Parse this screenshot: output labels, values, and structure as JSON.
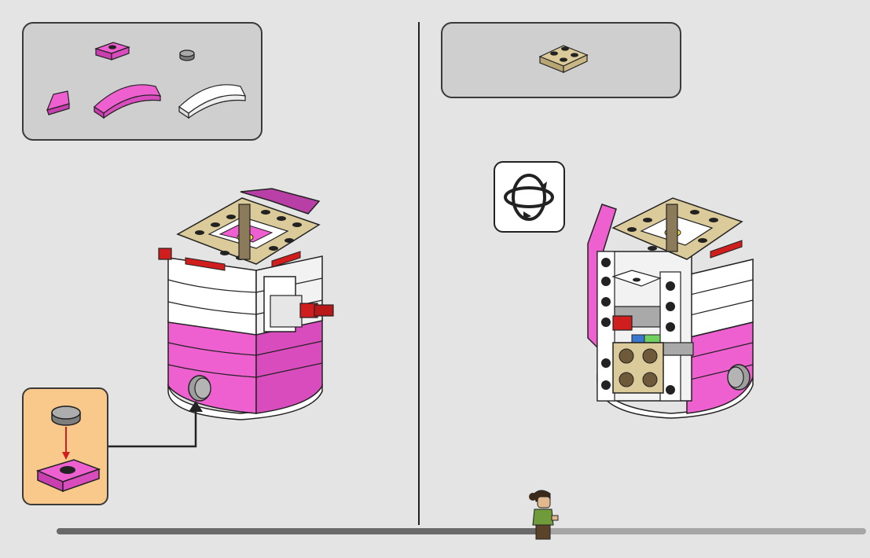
{
  "page": {
    "left_step": {
      "parts": [
        {
          "name": "pink-plate-1x2-jumper",
          "color": "#ee5fd0"
        },
        {
          "name": "grey-round-tile-1x1",
          "color": "#9e9e9e"
        },
        {
          "name": "pink-slope-cheese",
          "color": "#ee5fd0"
        },
        {
          "name": "pink-curved-slope-1x4",
          "color": "#ee5fd0"
        },
        {
          "name": "white-curved-slope-1x4",
          "color": "#ffffff"
        }
      ],
      "callout_parts": [
        {
          "name": "grey-round-tile-1x1",
          "color": "#9e9e9e"
        },
        {
          "name": "pink-plate-1x2-jumper",
          "color": "#ee5fd0"
        }
      ]
    },
    "right_step": {
      "parts": [
        {
          "name": "tan-plate-2x2",
          "color": "#dccb9a"
        }
      ],
      "rotate_icon": "rotate-model-icon"
    },
    "colors": {
      "pink": "#ee5fd0",
      "tan": "#dccb9a",
      "white": "#ffffff",
      "red": "#d01d1d",
      "callout_bg": "#f8c98a",
      "panel_bg": "#cfcfcf"
    },
    "progress": {
      "fraction": 0.6
    }
  }
}
